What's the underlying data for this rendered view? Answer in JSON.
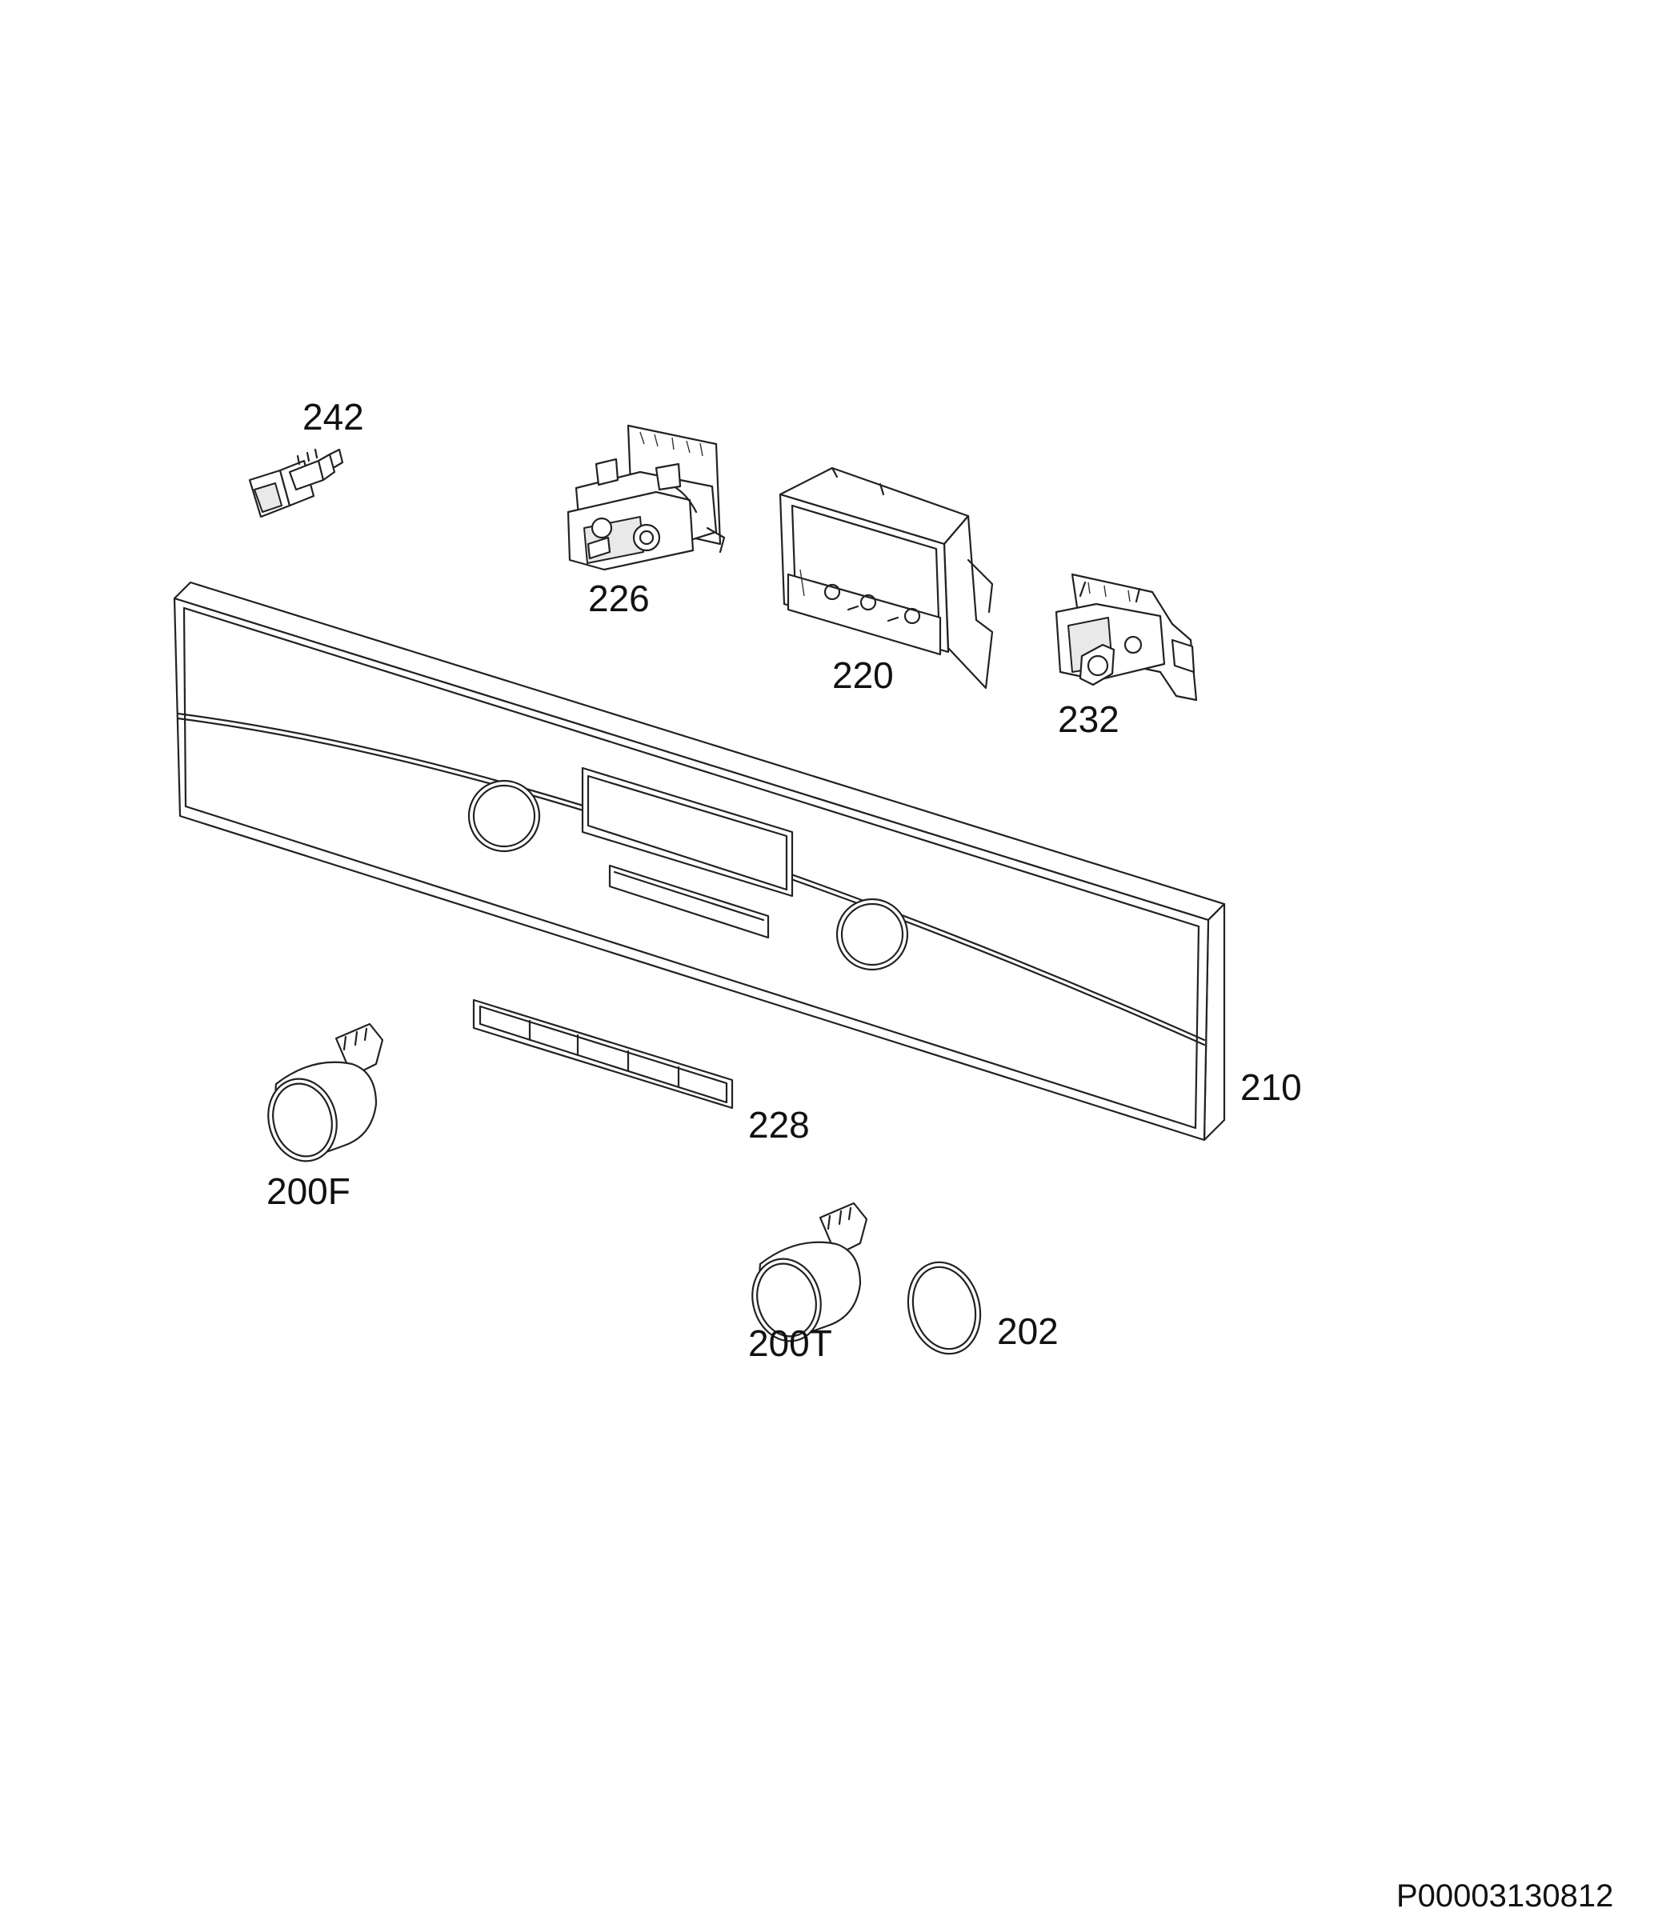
{
  "labels": {
    "p242": "242",
    "p226": "226",
    "p220": "220",
    "p232": "232",
    "p210": "210",
    "p228": "228",
    "p200F": "200F",
    "p200T": "200T",
    "p202": "202"
  },
  "drawing_code": "P00003130812",
  "line_color": "#222222",
  "background": "#ffffff"
}
